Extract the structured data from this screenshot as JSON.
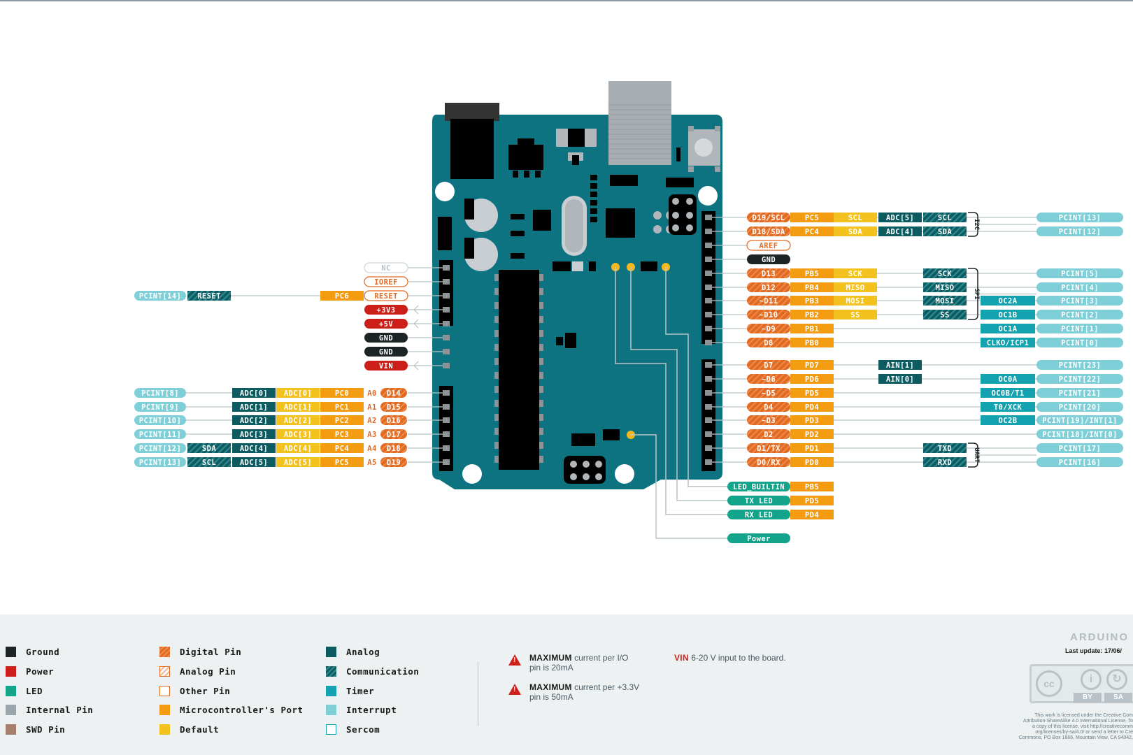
{
  "brand": "ARDUINO",
  "last_update": "Last update: 17/06/",
  "colors": {
    "teal": "#0d7380",
    "ground": "#1c2426",
    "power": "#cc1f1a",
    "led": "#14a38b",
    "internal": "#9aa6ab",
    "swd": "#a57e6e",
    "digital": "#e06a22",
    "port": "#f39c12",
    "default": "#f4c21e",
    "analog": "#0b5b61",
    "timer": "#13a2b0",
    "interrupt": "#7ecfd7"
  },
  "left_header": [
    {
      "text": "NC",
      "type": "other_faded"
    },
    {
      "text": "IOREF",
      "type": "other"
    },
    {
      "text": "RESET",
      "type": "other"
    },
    {
      "text": "+3V3",
      "type": "power"
    },
    {
      "text": "+5V",
      "type": "power"
    },
    {
      "text": "GND",
      "type": "ground"
    },
    {
      "text": "GND",
      "type": "ground"
    },
    {
      "text": "VIN",
      "type": "power"
    }
  ],
  "reset_row": {
    "pcint": "PCINT[14]",
    "reset": "RESET",
    "port": "PC6"
  },
  "analog_rows": [
    {
      "pcint": "PCINT[8]",
      "comm": "",
      "adc": "ADC[0]",
      "adc2": "ADC[0]",
      "port": "PC0",
      "apin": "A0",
      "dpin": "D14"
    },
    {
      "pcint": "PCINT[9]",
      "comm": "",
      "adc": "ADC[1]",
      "adc2": "ADC[1]",
      "port": "PC1",
      "apin": "A1",
      "dpin": "D15"
    },
    {
      "pcint": "PCINT[10]",
      "comm": "",
      "adc": "ADC[2]",
      "adc2": "ADC[2]",
      "port": "PC2",
      "apin": "A2",
      "dpin": "D16"
    },
    {
      "pcint": "PCINT[11]",
      "comm": "",
      "adc": "ADC[3]",
      "adc2": "ADC[3]",
      "port": "PC3",
      "apin": "A3",
      "dpin": "D17"
    },
    {
      "pcint": "PCINT[12]",
      "comm": "SDA",
      "adc": "ADC[4]",
      "adc2": "ADC[4]",
      "port": "PC4",
      "apin": "A4",
      "dpin": "D18"
    },
    {
      "pcint": "PCINT[13]",
      "comm": "SCL",
      "adc": "ADC[5]",
      "adc2": "ADC[5]",
      "port": "PC5",
      "apin": "A5",
      "dpin": "D19"
    }
  ],
  "right_header": [
    {
      "pin": "D19/SCL",
      "port": "PC5",
      "def": "SCL",
      "analog": "ADC[5]",
      "comm": "SCL",
      "timer": "",
      "pcint": "PCINT[13]"
    },
    {
      "pin": "D18/SDA",
      "port": "PC4",
      "def": "SDA",
      "analog": "ADC[4]",
      "comm": "SDA",
      "timer": "",
      "pcint": "PCINT[12]"
    },
    {
      "pin": "AREF",
      "type": "other"
    },
    {
      "pin": "GND",
      "type": "ground"
    },
    {
      "pin": "D13",
      "port": "PB5",
      "def": "SCK",
      "analog": "",
      "comm": "SCK",
      "timer": "",
      "pcint": "PCINT[5]"
    },
    {
      "pin": "D12",
      "port": "PB4",
      "def": "MISO",
      "analog": "",
      "comm": "MISO",
      "timer": "",
      "pcint": "PCINT[4]"
    },
    {
      "pin": "~D11",
      "port": "PB3",
      "def": "MOSI",
      "analog": "",
      "comm": "MOSI",
      "timer": "OC2A",
      "pcint": "PCINT[3]"
    },
    {
      "pin": "~D10",
      "port": "PB2",
      "def": "SS",
      "analog": "",
      "comm": "SS",
      "timer": "OC1B",
      "pcint": "PCINT[2]"
    },
    {
      "pin": "~D9",
      "port": "PB1",
      "def": "",
      "analog": "",
      "comm": "",
      "timer": "OC1A",
      "pcint": "PCINT[1]"
    },
    {
      "pin": "D8",
      "port": "PB0",
      "def": "",
      "analog": "",
      "comm": "",
      "timer": "CLKO/ICP1",
      "pcint": "PCINT[0]"
    },
    {
      "pin": "D7",
      "port": "PD7",
      "def": "",
      "analog": "AIN[1]",
      "comm": "",
      "timer": "",
      "pcint": "PCINT[23]"
    },
    {
      "pin": "~D6",
      "port": "PD6",
      "def": "",
      "analog": "AIN[0]",
      "comm": "",
      "timer": "OC0A",
      "pcint": "PCINT[22]"
    },
    {
      "pin": "~D5",
      "port": "PD5",
      "def": "",
      "analog": "",
      "comm": "",
      "timer": "OC0B/T1",
      "pcint": "PCINT[21]"
    },
    {
      "pin": "D4",
      "port": "PD4",
      "def": "",
      "analog": "",
      "comm": "",
      "timer": "T0/XCK",
      "pcint": "PCINT[20]"
    },
    {
      "pin": "~D3",
      "port": "PD3",
      "def": "",
      "analog": "",
      "comm": "",
      "timer": "OC2B",
      "pcint": "PCINT[19]/INT[1]"
    },
    {
      "pin": "D2",
      "port": "PD2",
      "def": "",
      "analog": "",
      "comm": "",
      "timer": "",
      "pcint": "PCINT[18]/INT[0]"
    },
    {
      "pin": "D1/TX",
      "port": "PD1",
      "def": "",
      "analog": "",
      "comm": "TXD",
      "timer": "",
      "pcint": "PCINT[17]"
    },
    {
      "pin": "D0/RX",
      "port": "PD0",
      "def": "",
      "analog": "",
      "comm": "RXD",
      "timer": "",
      "pcint": "PCINT[16]"
    }
  ],
  "bus_labels": {
    "i2c": "I2C",
    "spi": "SPI",
    "uart": "UART"
  },
  "leds": [
    {
      "label": "LED_BUILTIN",
      "port": "PB5"
    },
    {
      "label": "TX LED",
      "port": "PD5"
    },
    {
      "label": "RX LED",
      "port": "PD4"
    },
    {
      "label": "Power",
      "port": ""
    }
  ],
  "legend": [
    {
      "label": "Ground",
      "swatch": "ground"
    },
    {
      "label": "Power",
      "swatch": "power"
    },
    {
      "label": "LED",
      "swatch": "led"
    },
    {
      "label": "Internal Pin",
      "swatch": "internal"
    },
    {
      "label": "SWD Pin",
      "swatch": "swd"
    },
    {
      "label": "Digital Pin",
      "swatch": "digital"
    },
    {
      "label": "Analog Pin",
      "swatch": "analog_pin"
    },
    {
      "label": "Other Pin",
      "swatch": "other"
    },
    {
      "label": "Microcontroller's Port",
      "swatch": "port"
    },
    {
      "label": "Default",
      "swatch": "default"
    },
    {
      "label": "Analog",
      "swatch": "analog"
    },
    {
      "label": "Communication",
      "swatch": "comm"
    },
    {
      "label": "Timer",
      "swatch": "timer"
    },
    {
      "label": "Interrupt",
      "swatch": "interrupt"
    },
    {
      "label": "Sercom",
      "swatch": "sercom"
    }
  ],
  "notes": {
    "max1_strong": "MAXIMUM",
    "max1_rest": " current per I/O",
    "max1_line2": "pin is 20mA",
    "max2_strong": "MAXIMUM",
    "max2_rest": " current per +3.3V",
    "max2_line2": "pin is 50mA",
    "vin_strong": "VIN",
    "vin_rest": "  6-20 V input to the board."
  },
  "cc": {
    "c": "cc",
    "by": "BY",
    "sa": "SA"
  },
  "license": [
    "This work is licensed under the Creative Com",
    "Attribution-ShareAlike 4.0 International License. To",
    "a copy of this license, visit http://creativecomm",
    "org/licenses/by-sa/4.0/ or send a letter to Cre",
    "Commons, PO Box 1866, Mountain View, CA 94042,"
  ]
}
